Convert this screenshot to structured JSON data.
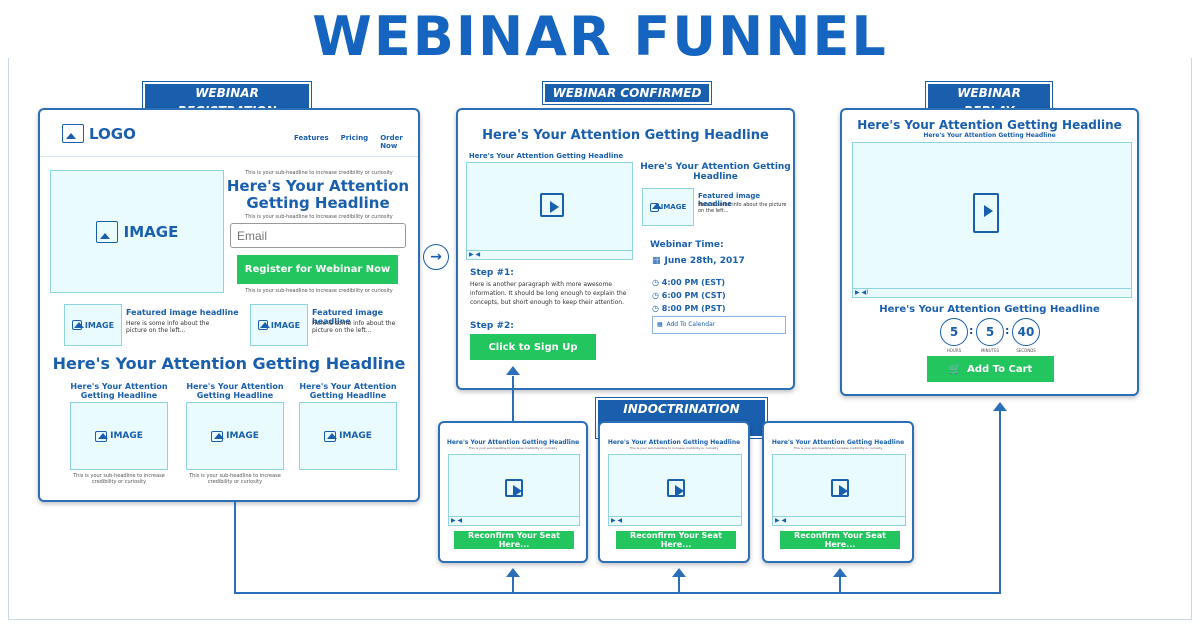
{
  "title": "WEBINAR FUNNEL",
  "labels": {
    "registration": "WEBINAR REGISTRATION",
    "confirmed": "WEBINAR CONFIRMED",
    "replay": "WEBINAR REPLAY",
    "indoctrination": "INDOCTRINATION PAGES"
  },
  "registration": {
    "logo": "LOGO",
    "nav": [
      "Features",
      "Pricing",
      "Order Now"
    ],
    "image": "IMAGE",
    "subheadline": "This is your sub-headline to increase credibility or curiosity",
    "headline": "Here's Your Attention Getting Headline",
    "email_placeholder": "Email",
    "cta": "Register for Webinar Now",
    "featured_title": "Featured image headline",
    "featured_text": "Here is some info about the picture on the left...",
    "big_headline": "Here's Your Attention Getting Headline",
    "col_headline": "Here's Your Attention Getting Headline"
  },
  "confirmed": {
    "headline": "Here's Your Attention Getting Headline",
    "video_headline": "Here's Your Attention Getting Headline",
    "right_headline": "Here's Your Attention Getting Headline",
    "featured_title": "Featured image headline",
    "featured_text": "Here is some info about the picture on the left...",
    "image": "IMAGE",
    "webinar_time_label": "Webinar Time:",
    "date": "June 28th, 2017",
    "times": [
      "4:00 PM (EST)",
      "6:00 PM (CST)",
      "8:00 PM (PST)"
    ],
    "add_calendar": "Add To Calendar",
    "step1": "Step #1:",
    "step1_text": "Here is another paragraph with more awesome information.  It should be long enough to explain the concepts, but short enough to keep their attention.",
    "step2": "Step #2:",
    "cta": "Click to Sign Up"
  },
  "replay": {
    "headline": "Here's Your Attention Getting Headline",
    "sub": "Here's Your Attention Getting Headline",
    "bottom_headline": "Here's Your Attention Getting Headline",
    "countdown": [
      {
        "value": "5",
        "unit": "HOURS"
      },
      {
        "value": "5",
        "unit": "MINUTES"
      },
      {
        "value": "40",
        "unit": "SECONDS"
      }
    ],
    "cta": "Add To Cart"
  },
  "indoctrination": {
    "headline": "Here's Your Attention Getting Headline",
    "sub": "This is your sub-headline to increase credibility or curiosity",
    "cta": "Reconfirm Your Seat Here..."
  },
  "colors": {
    "brand": "#1a5fad",
    "accent": "#22c55e",
    "media_bg": "#eafbfd"
  }
}
